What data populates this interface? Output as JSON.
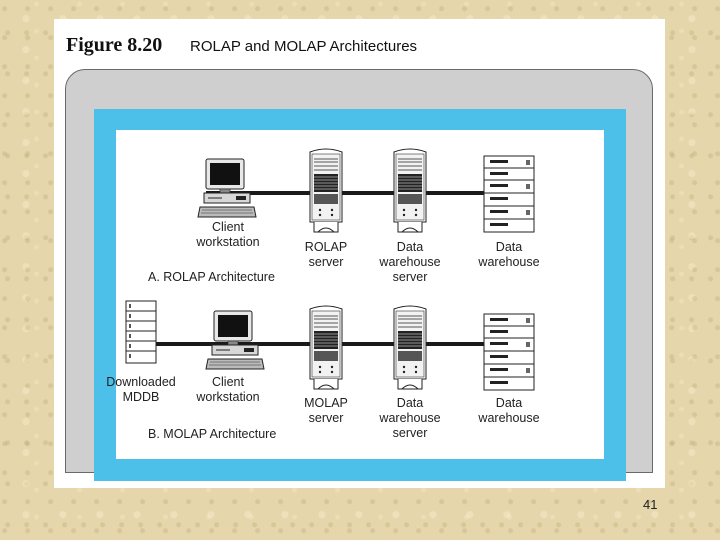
{
  "figure": {
    "number": "Figure 8.20",
    "title": "ROLAP and MOLAP Architectures"
  },
  "rolap": {
    "section_title": "A. ROLAP Architecture",
    "nodes": [
      {
        "label_lines": [
          "Client",
          "workstation"
        ]
      },
      {
        "label_lines": [
          "ROLAP",
          "server"
        ]
      },
      {
        "label_lines": [
          "Data",
          "warehouse",
          "server"
        ]
      },
      {
        "label_lines": [
          "Data",
          "warehouse"
        ]
      }
    ]
  },
  "molap": {
    "section_title": "B. MOLAP Architecture",
    "nodes": [
      {
        "label_lines": [
          "Downloaded",
          "MDDB"
        ]
      },
      {
        "label_lines": [
          "Client",
          "workstation"
        ]
      },
      {
        "label_lines": [
          "MOLAP",
          "server"
        ]
      },
      {
        "label_lines": [
          "Data",
          "warehouse",
          "server"
        ]
      },
      {
        "label_lines": [
          "Data",
          "warehouse"
        ]
      }
    ]
  },
  "page_number": "41",
  "colors": {
    "panel": "#4cc0e8",
    "frame": "#cfcfcf",
    "line": "#1a1a1a"
  }
}
